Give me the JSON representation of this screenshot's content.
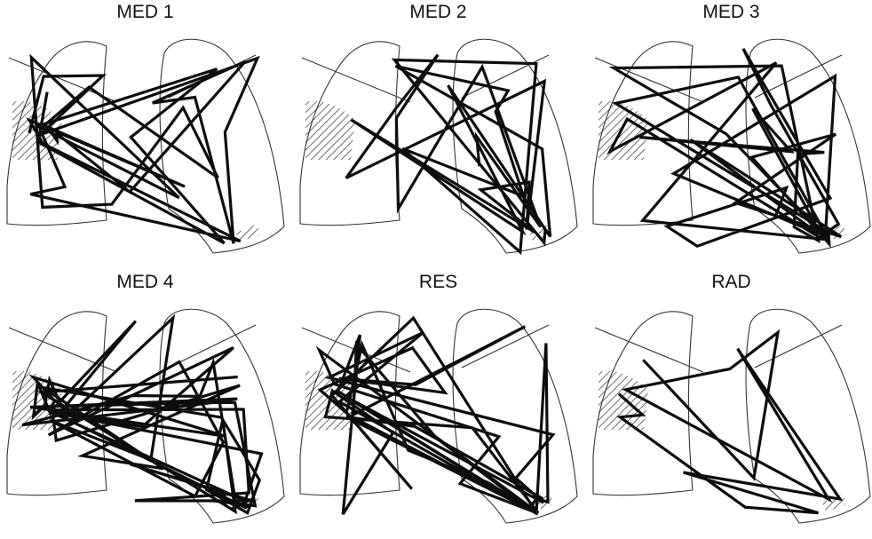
{
  "figure": {
    "panels": [
      {
        "title": "MED 1",
        "density": 34,
        "seed": 11
      },
      {
        "title": "MED 2",
        "density": 30,
        "seed": 23
      },
      {
        "title": "MED 3",
        "density": 38,
        "seed": 37
      },
      {
        "title": "MED 4",
        "density": 60,
        "seed": 41
      },
      {
        "title": "RES",
        "density": 48,
        "seed": 53
      },
      {
        "title": "RAD",
        "density": 14,
        "seed": 67
      }
    ],
    "colors": {
      "outline": "#333333",
      "scanpath": "#0d0d0d"
    }
  }
}
